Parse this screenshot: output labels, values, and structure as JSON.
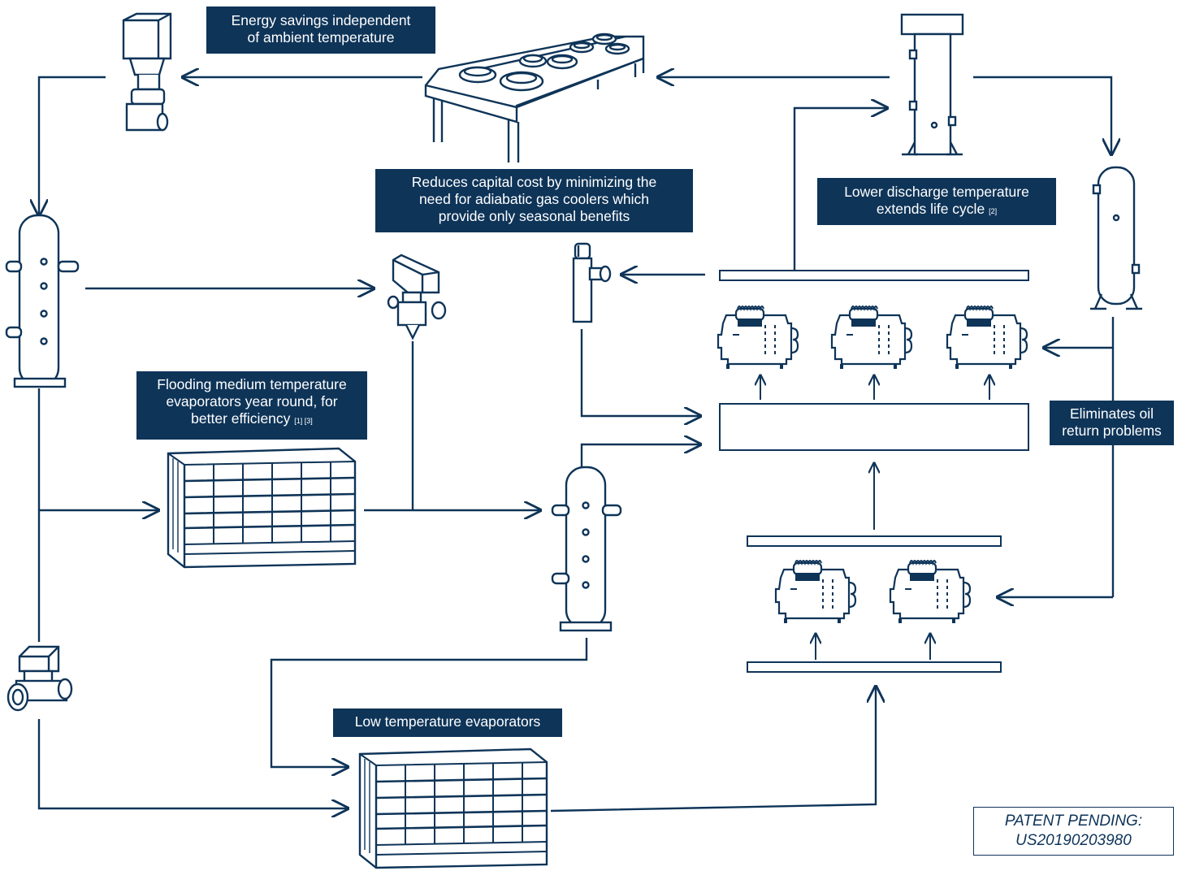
{
  "labels": {
    "energy_savings": [
      "Energy savings independent",
      "of ambient temperature"
    ],
    "capital_cost": [
      "Reduces capital cost by minimizing the",
      "need for adiabatic gas coolers which",
      "provide only seasonal benefits"
    ],
    "discharge_temp": [
      "Lower discharge temperature",
      "extends life cycle"
    ],
    "discharge_temp_ref": "[2]",
    "flooding": [
      "Flooding medium temperature",
      "evaporators year round, for",
      "better efficiency"
    ],
    "flooding_ref": "[1] [3]",
    "oil_return": [
      "Eliminates oil",
      "return problems"
    ],
    "low_temp": "Low temperature evaporators"
  },
  "patent": {
    "line1": "PATENT PENDING:",
    "line2": "US20190203980"
  },
  "components": [
    "motorized-valve",
    "gas-cooler",
    "high-pressure-receiver",
    "liquid-receiver",
    "flash-tank-left",
    "expansion-valve",
    "ejector-valve",
    "mt-evaporator",
    "liquid-separator",
    "solenoid-valve",
    "lt-evaporator",
    "compressor-mt-1",
    "compressor-mt-2",
    "compressor-mt-3",
    "compressor-lt-1",
    "compressor-lt-2"
  ],
  "colors": {
    "primary": "#0e3458",
    "background": "#ffffff"
  }
}
